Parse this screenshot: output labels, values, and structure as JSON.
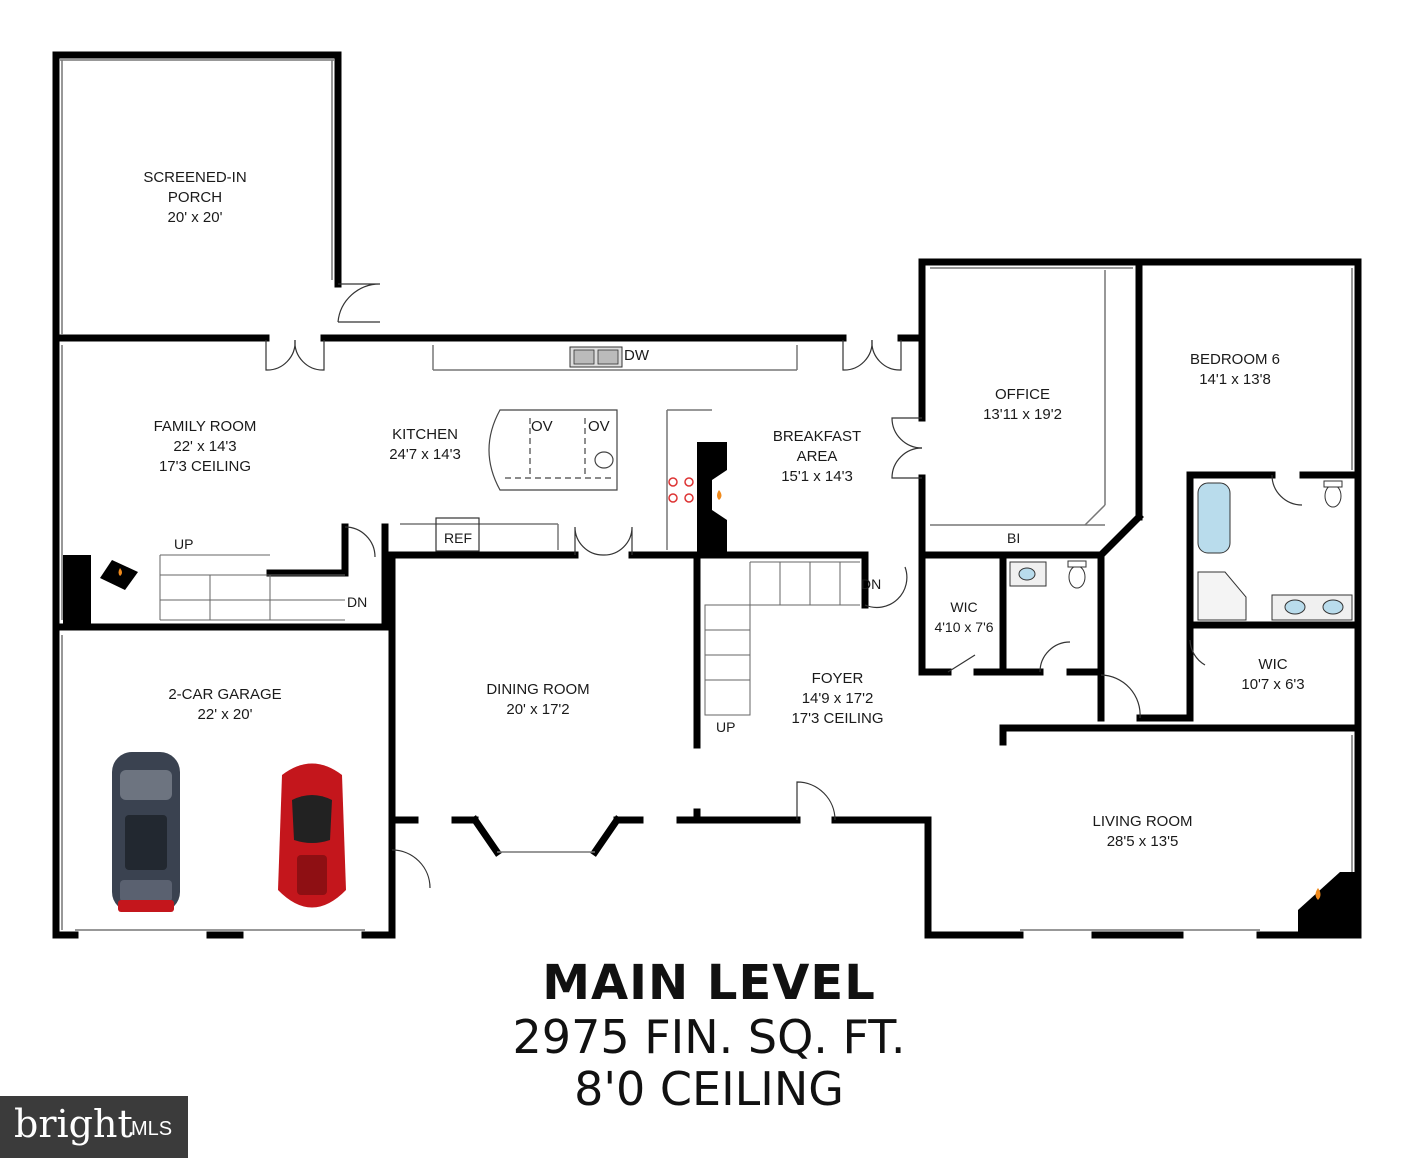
{
  "rooms": {
    "porch": {
      "name_1": "SCREENED-IN",
      "name_2": "PORCH",
      "size": "20' x 20'"
    },
    "family": {
      "name": "FAMILY ROOM",
      "size": "22' x 14'3",
      "ceiling": "17'3 CEILING"
    },
    "kitchen": {
      "name": "KITCHEN",
      "size": "24'7 x 14'3"
    },
    "breakfast": {
      "name_1": "BREAKFAST",
      "name_2": "AREA",
      "size": "15'1 x 14'3"
    },
    "office": {
      "name": "OFFICE",
      "size": "13'11 x 19'2"
    },
    "bedroom6": {
      "name": "BEDROOM 6",
      "size": "14'1 x 13'8"
    },
    "wic1": {
      "name": "WIC",
      "size": "4'10 x 7'6"
    },
    "wic2": {
      "name": "WIC",
      "size": "10'7 x 6'3"
    },
    "garage": {
      "name": "2-CAR GARAGE",
      "size": "22' x 20'"
    },
    "dining": {
      "name": "DINING ROOM",
      "size": "20' x 17'2"
    },
    "foyer": {
      "name": "FOYER",
      "size": "14'9 x 17'2",
      "ceiling": "17'3 CEILING"
    },
    "living": {
      "name": "LIVING ROOM",
      "size": "28'5 x 13'5"
    }
  },
  "fixtures": {
    "dw": "DW",
    "ov1": "OV",
    "ov2": "OV",
    "ref": "REF",
    "bi": "BI",
    "up1": "UP",
    "dn1": "DN",
    "dn2": "DN",
    "up2": "UP"
  },
  "footer": {
    "title": "MAIN LEVEL",
    "area": "2975 FIN. SQ. FT.",
    "ceiling": "8'0 CEILING"
  },
  "logo": {
    "brand": "bright",
    "suffix": "MLS"
  },
  "colors": {
    "wall": "#000000",
    "tub": "#b9dcec",
    "car_dark": "#3a4250",
    "car_red": "#c4161c",
    "logo_bg": "#3b3b3b"
  }
}
